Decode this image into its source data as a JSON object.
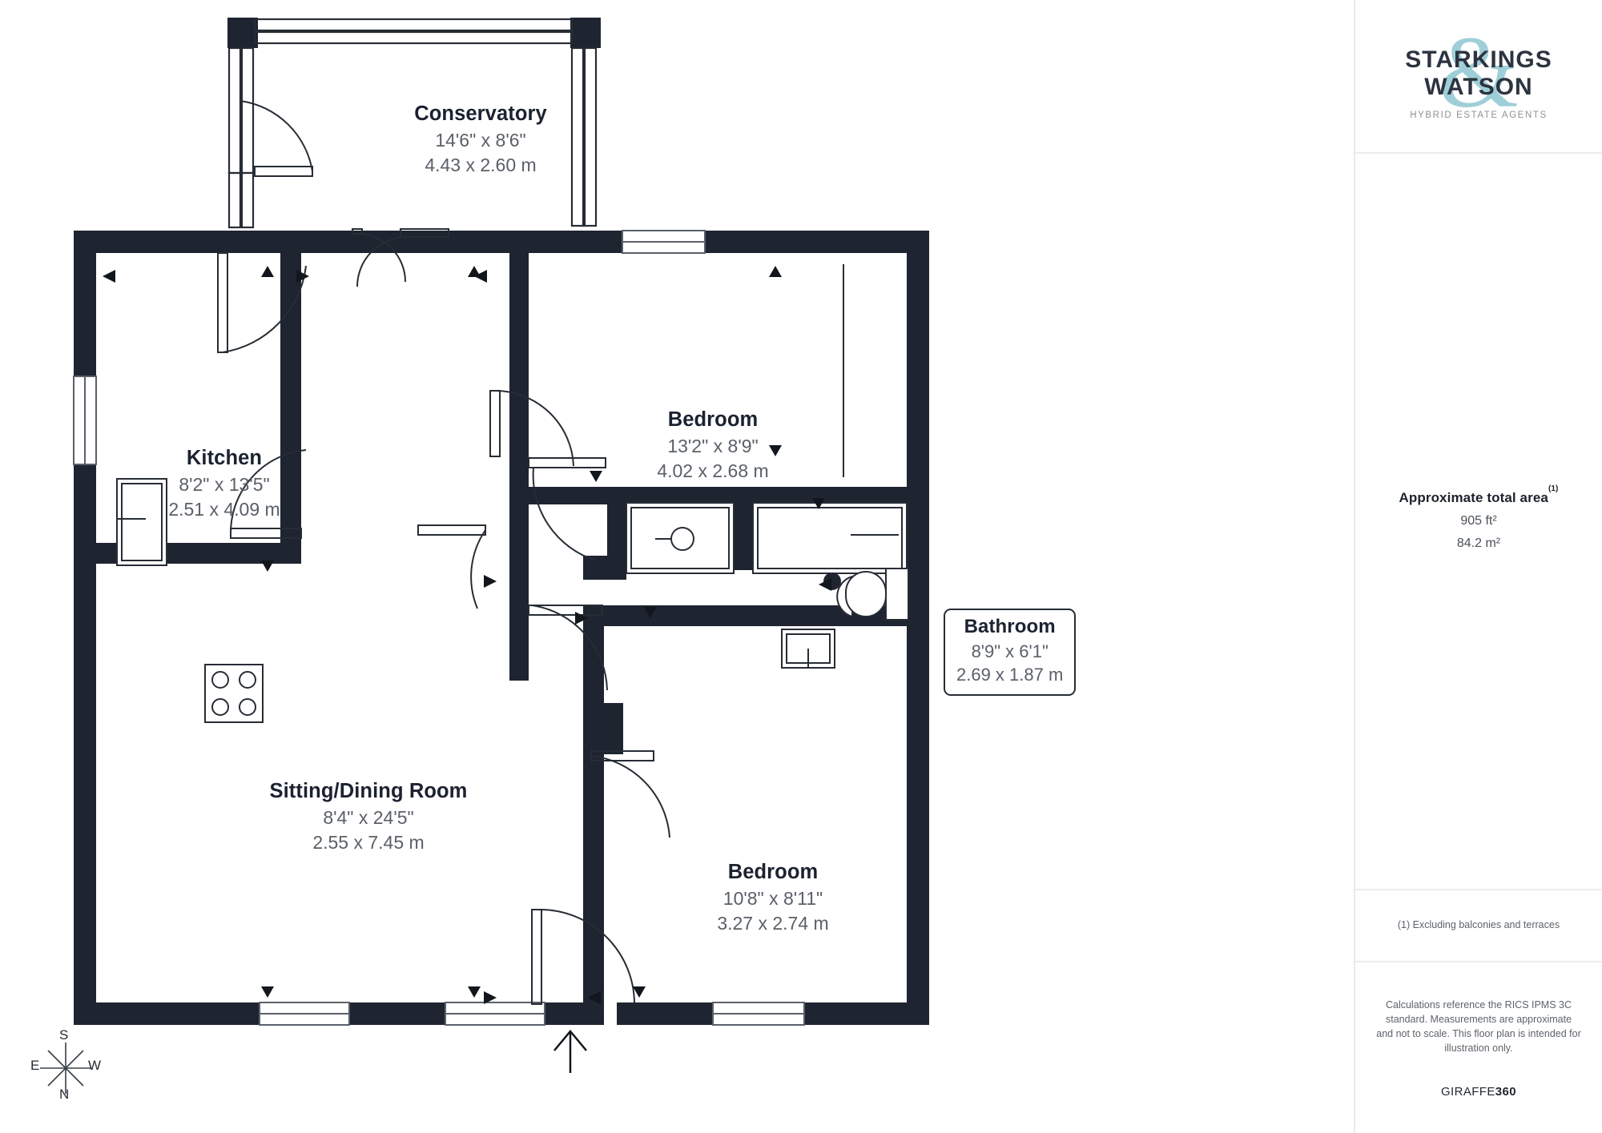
{
  "document": {
    "type": "floor-plan",
    "background": "#ffffff",
    "wall_color": "#1e2430",
    "text_dark": "#1b2230",
    "text_muted": "#5a6068"
  },
  "brand": {
    "name_line1": "STARKINGS",
    "name_line2": "WATSON",
    "ampersand": "&",
    "tagline": "HYBRID ESTATE AGENTS",
    "accent_color": "#9ecfd8"
  },
  "area_summary": {
    "title": "Approximate total area",
    "footnote_marker": "(1)",
    "imperial": "905 ft²",
    "metric": "84.2 m²"
  },
  "footnote": "(1) Excluding balconies and terraces",
  "disclaimer": "Calculations reference the RICS IPMS 3C standard. Measurements are approximate and not to scale. This floor plan is intended for illustration only.",
  "provider": {
    "name_light": "GIRAFFE",
    "name_bold": "360"
  },
  "compass": {
    "north": "N",
    "south": "S",
    "east": "E",
    "west": "W"
  },
  "rooms": [
    {
      "id": "conservatory",
      "name": "Conservatory",
      "imperial": "14'6\" x 8'6\"",
      "metric": "4.43 x 2.60 m"
    },
    {
      "id": "kitchen",
      "name": "Kitchen",
      "imperial": "8'2\" x 13'5\"",
      "metric": "2.51 x 4.09 m"
    },
    {
      "id": "bedroom-1",
      "name": "Bedroom",
      "imperial": "13'2\" x 8'9\"",
      "metric": "4.02 x 2.68 m"
    },
    {
      "id": "bathroom",
      "name": "Bathroom",
      "imperial": "8'9\" x 6'1\"",
      "metric": "2.69 x 1.87 m"
    },
    {
      "id": "sitting-dining-room",
      "name": "Sitting/Dining Room",
      "imperial": "8'4\" x 24'5\"",
      "metric": "2.55 x 7.45 m"
    },
    {
      "id": "bedroom-2",
      "name": "Bedroom",
      "imperial": "10'8\" x 8'11\"",
      "metric": "3.27 x 2.74 m"
    }
  ],
  "fixtures": [
    "kitchen-sink",
    "kitchen-hob",
    "shower-tray",
    "bathtub",
    "toilet",
    "wash-basin"
  ]
}
